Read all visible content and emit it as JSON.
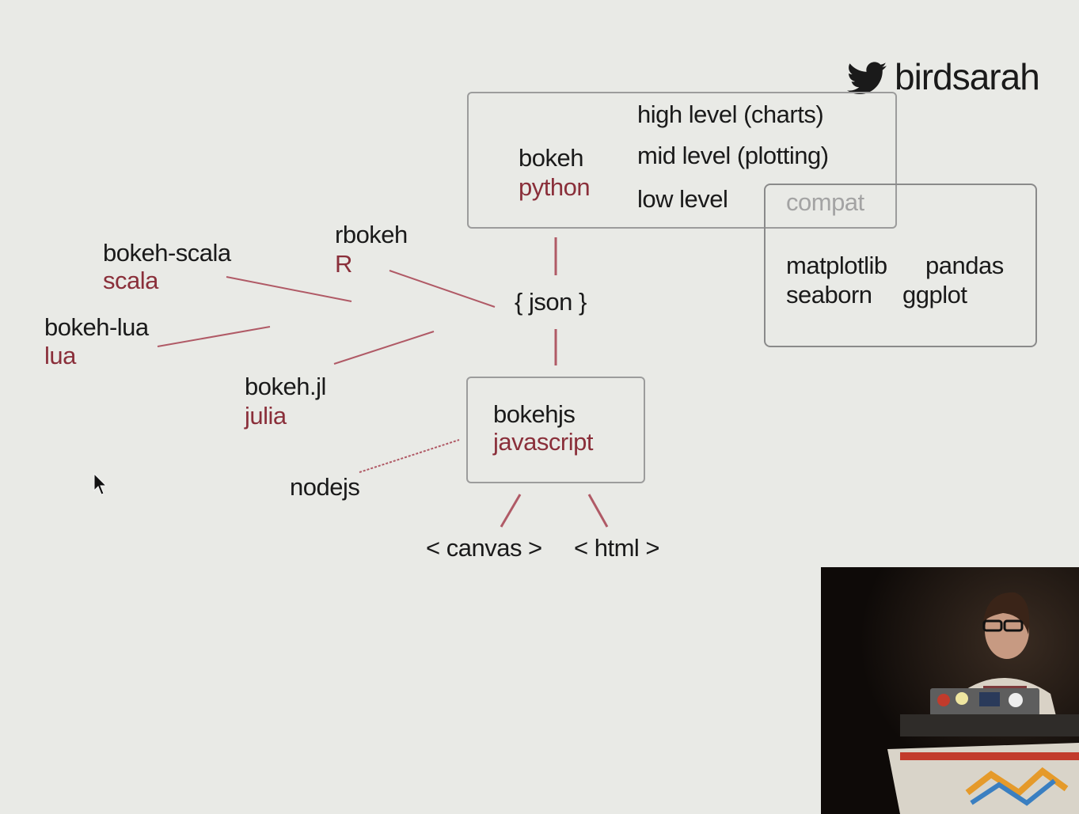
{
  "header": {
    "twitter_icon": "twitter-bird-icon",
    "handle": "birdsarah"
  },
  "diagram": {
    "bokeh": {
      "name": "bokeh",
      "lang": "python"
    },
    "levels": [
      "high level (charts)",
      "mid level (plotting)",
      "low level"
    ],
    "compat": {
      "title": "compat",
      "libs": [
        "matplotlib",
        "pandas",
        "seaborn",
        "ggplot"
      ]
    },
    "json": "{ json }",
    "bokehjs": {
      "name": "bokehjs",
      "lang": "javascript"
    },
    "outputs": [
      "< canvas >",
      "< html >"
    ],
    "bindings": [
      {
        "name": "rbokeh",
        "lang": "R"
      },
      {
        "name": "bokeh-scala",
        "lang": "scala"
      },
      {
        "name": "bokeh-lua",
        "lang": "lua"
      },
      {
        "name": "bokeh.jl",
        "lang": "julia"
      }
    ],
    "nodejs": "nodejs"
  },
  "colors": {
    "background": "#e9eae6",
    "text": "#1a1a1a",
    "lang_accent": "#8a2f3a",
    "connector": "#b05a66",
    "compat_grey": "#a3a3a3"
  }
}
